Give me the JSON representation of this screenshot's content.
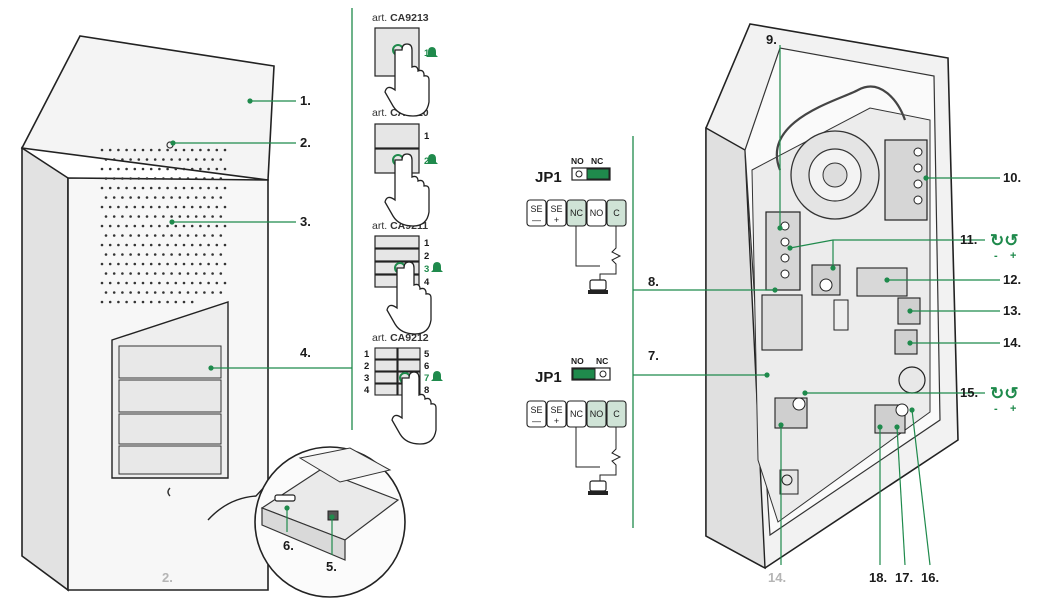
{
  "colors": {
    "accent": "#1f8a4c",
    "line": "#1f8a4c",
    "grey_label": "#b5b5b5"
  },
  "callouts_left": {
    "l1": "1.",
    "l2": "2.",
    "l3": "3.",
    "l4": "4.",
    "l5": "5.",
    "l6": "6.",
    "l2b": "2."
  },
  "articles": {
    "a1": {
      "prefix": "art.",
      "code": "CA9213",
      "buttons": [
        "1"
      ]
    },
    "a2": {
      "prefix": "art.",
      "code": "CA9210",
      "buttons": [
        "1",
        "2"
      ]
    },
    "a3": {
      "prefix": "art.",
      "code": "CA9211",
      "buttons": [
        "1",
        "2",
        "3",
        "4"
      ]
    },
    "a4": {
      "prefix": "art.",
      "code": "CA9212",
      "buttons": [
        "1",
        "2",
        "3",
        "4",
        "5",
        "6",
        "7",
        "8"
      ]
    }
  },
  "jumpers": {
    "top": {
      "label": "JP1",
      "no": "NO",
      "nc": "NC",
      "terminals": [
        "SE",
        "SE",
        "NC",
        "NO",
        "C"
      ],
      "signs": [
        "—",
        "+"
      ]
    },
    "bottom": {
      "label": "JP1",
      "no": "NO",
      "nc": "NC",
      "terminals": [
        "SE",
        "SE",
        "NC",
        "NO",
        "C"
      ],
      "signs": [
        "—",
        "+"
      ]
    }
  },
  "callouts_right": {
    "r7": "7.",
    "r8": "8.",
    "r9": "9.",
    "r10": "10.",
    "r11": "11.",
    "r12": "12.",
    "r13": "13.",
    "r14": "14.",
    "r15": "15.",
    "r16": "16.",
    "r17": "17.",
    "r18": "18.",
    "r14b": "14."
  },
  "polarity": {
    "minus": "-",
    "plus": "+"
  }
}
